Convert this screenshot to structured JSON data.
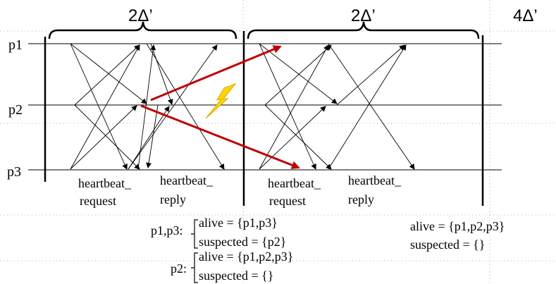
{
  "processes": {
    "p1": "p1",
    "p2": "p2",
    "p3": "p3"
  },
  "periods": {
    "first": "2Δ’",
    "second": "2Δ’",
    "total": "4Δ’"
  },
  "message_labels": {
    "first_request_line1": "heartbeat_",
    "first_request_line2": "request",
    "first_reply_line1": "heartbeat_",
    "first_reply_line2": "reply",
    "second_request_line1": "heartbeat_",
    "second_request_line2": "request",
    "second_reply_line1": "heartbeat_",
    "second_reply_line2": "reply"
  },
  "states": {
    "p1p3_prefix": "p1,p3:",
    "p1p3_alive": "alive = {p1,p3}",
    "p1p3_suspected": "suspected = {p2}",
    "p2_prefix": "p2:",
    "p2_alive": "alive = {p1,p2,p3}",
    "p2_suspected": "suspected = {}",
    "final_alive": "alive = {p1,p2,p3}",
    "final_suspected": "suspected = {}"
  },
  "colors": {
    "line": "#000000",
    "late_message": "#c00000",
    "lightning_fill": "#ffd700",
    "lightning_stroke": "#e0a000",
    "grid": "#b0b0b0"
  },
  "icons": {
    "fault": "lightning-bolt-icon"
  }
}
